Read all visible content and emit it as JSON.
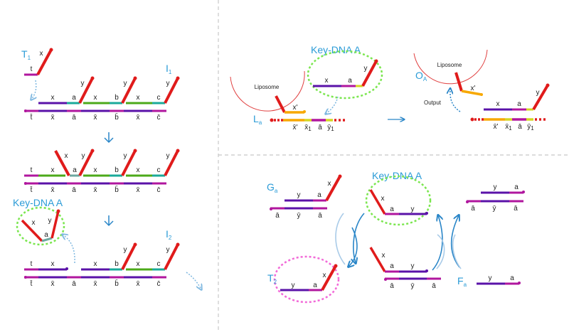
{
  "colors": {
    "red": "#e01b1b",
    "purple": "#5a12a8",
    "magenta": "#b0169e",
    "teal": "#1aaa9a",
    "green": "#4caa1a",
    "grey_teal": "#6ea8a0",
    "orange": "#f7a800",
    "yellow": "#d4d622",
    "blue_label": "#2a9bd7",
    "key_outline": "#7be64f",
    "t2_outline": "#f26ad8",
    "divider": "#c8c8c8"
  },
  "panel_left": {
    "stage1": {
      "t1_label": "T",
      "t1_sub": "1",
      "t1_toe": "t",
      "t1_arm": "x",
      "i1_label": "I",
      "i1_sub": "1",
      "top_labels": [
        "x",
        "a",
        "x",
        "b",
        "x",
        "c"
      ],
      "arm_labels": [
        "y",
        "y",
        "y"
      ],
      "bottom_labels": [
        "t̄",
        "x̄",
        "ā",
        "x̄",
        "b̄",
        "x̄",
        "c̄"
      ]
    },
    "stage2": {
      "top_labels": [
        "t",
        "x",
        "a",
        "x",
        "b",
        "x",
        "c"
      ],
      "arm_labels": [
        "x",
        "y",
        "y",
        "y"
      ],
      "bottom_labels": [
        "t̄",
        "x̄",
        "ā",
        "x̄",
        "b̄",
        "x̄",
        "c̄"
      ]
    },
    "stage3": {
      "key_label": "Key-DNA A",
      "key_labels": [
        "x",
        "y",
        "a"
      ],
      "i2_label": "I",
      "i2_sub": "2",
      "top_labels": [
        "t",
        "x",
        "x",
        "b",
        "x",
        "c"
      ],
      "arm_labels": [
        "y",
        "y"
      ],
      "bottom_labels": [
        "t̄",
        "x̄",
        "ā",
        "x̄",
        "b̄",
        "x̄",
        "c̄"
      ]
    }
  },
  "panel_top_right": {
    "key_label": "Key-DNA A",
    "liposome": "Liposome",
    "la_label": "L",
    "la_sub": "a",
    "x_prime": "x'",
    "key_labels": [
      "x",
      "a",
      "y"
    ],
    "bottom_labels": [
      "x̄'",
      "x̄",
      "ā",
      "ȳ"
    ],
    "bottom_subs": [
      "1",
      "1"
    ],
    "oa_label": "O",
    "oa_sub": "A",
    "output_label": "Output",
    "right_liposome": "Liposome",
    "right_x_prime": "x'",
    "right_top_labels": [
      "x",
      "a",
      "y"
    ],
    "right_bottom_labels": [
      "x̄'",
      "x̄",
      "ā",
      "ȳ"
    ]
  },
  "panel_bottom_right": {
    "ga_label": "G",
    "ga_sub": "a",
    "ga_top": [
      "y",
      "a",
      "x"
    ],
    "ga_bottom": [
      "ā",
      "ȳ",
      "ā"
    ],
    "key_label": "Key-DNA A",
    "key_labels": [
      "x",
      "a",
      "y"
    ],
    "waste_top": [
      "y",
      "a"
    ],
    "waste_bottom": [
      "ā",
      "ȳ",
      "ā"
    ],
    "t2_label": "T",
    "t2_sub": "2",
    "t2_labels": [
      "y",
      "a",
      "x"
    ],
    "mid_labels": [
      "x",
      "a",
      "y"
    ],
    "mid_bottom": [
      "ā",
      "ȳ",
      "ā"
    ],
    "fa_label": "F",
    "fa_sub": "a",
    "fa_labels": [
      "y",
      "a"
    ]
  }
}
